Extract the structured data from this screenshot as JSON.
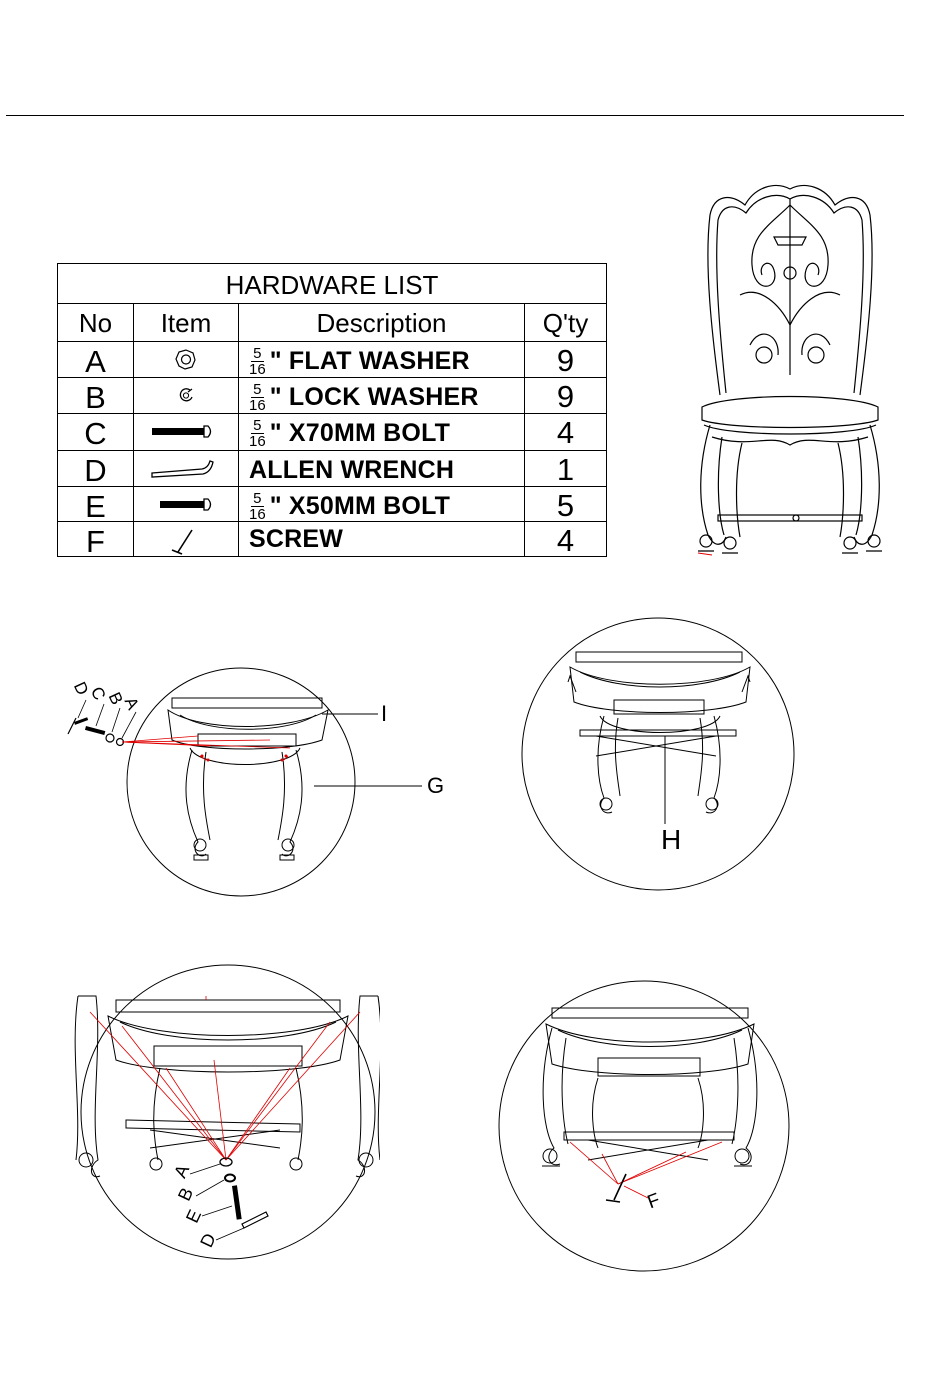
{
  "hardware_list": {
    "title": "HARDWARE LIST",
    "headers": {
      "no": "No",
      "item": "Item",
      "description": "Description",
      "qty": "Q'ty"
    },
    "rows": [
      {
        "no": "A",
        "icon": "flat-washer-icon",
        "fraction": {
          "num": "5",
          "den": "16"
        },
        "desc": "\" FLAT WASHER",
        "qty": "9"
      },
      {
        "no": "B",
        "icon": "lock-washer-icon",
        "fraction": {
          "num": "5",
          "den": "16"
        },
        "desc": "\" LOCK WASHER",
        "qty": "9"
      },
      {
        "no": "C",
        "icon": "long-bolt-icon",
        "fraction": {
          "num": "5",
          "den": "16"
        },
        "desc": "\" X70MM BOLT",
        "qty": "4"
      },
      {
        "no": "D",
        "icon": "allen-wrench-icon",
        "fraction": null,
        "desc": "ALLEN WRENCH",
        "qty": "1"
      },
      {
        "no": "E",
        "icon": "short-bolt-icon",
        "fraction": {
          "num": "5",
          "den": "16"
        },
        "desc": "\" X50MM BOLT",
        "qty": "5"
      },
      {
        "no": "F",
        "icon": "screw-icon",
        "fraction": null,
        "desc": "SCREW",
        "qty": "4"
      }
    ]
  },
  "step1": {
    "labels": {
      "d": "D",
      "c": "C",
      "b": "B",
      "a": "A",
      "i": "I",
      "g": "G"
    }
  },
  "step2": {
    "labels": {
      "h": "H"
    }
  },
  "step3": {
    "labels": {
      "a": "A",
      "b": "B",
      "e": "E",
      "d": "D"
    }
  },
  "step4": {
    "labels": {
      "f": "F"
    }
  },
  "colors": {
    "line": "#000000",
    "callout": "#e00000"
  }
}
